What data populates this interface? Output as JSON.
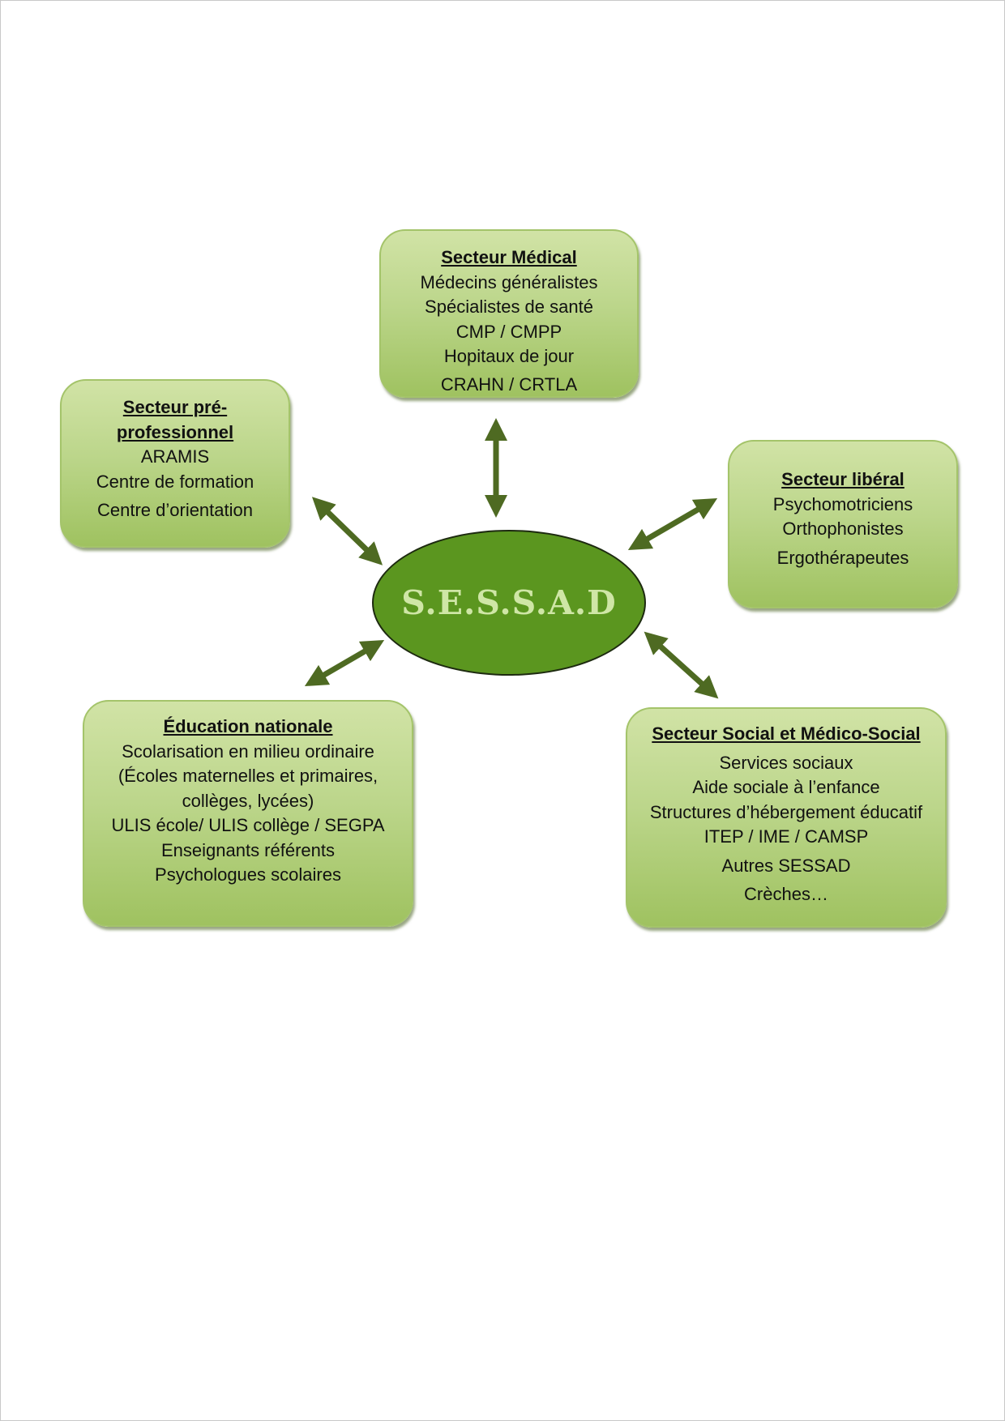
{
  "center": {
    "label": "S.E.S.S.A.D"
  },
  "colors": {
    "box_fill_top": "#d1e3a6",
    "box_fill_bottom": "#9fc260",
    "box_border": "#a4c46a",
    "center_fill": "#5b961f",
    "center_text": "#cfe6a6",
    "arrow": "#4e6a22"
  },
  "boxes": {
    "medical": {
      "title": "Secteur Médical",
      "items": [
        "Médecins généralistes",
        "Spécialistes de santé",
        "CMP / CMPP",
        "Hopitaux de jour",
        "CRAHN / CRTLA"
      ]
    },
    "pre_pro": {
      "title_line1": "Secteur pré-",
      "title_line2": "professionnel",
      "items": [
        "ARAMIS",
        "Centre de formation",
        "Centre d’orientation"
      ]
    },
    "liberal": {
      "title": "Secteur libéral",
      "items": [
        "Psychomotriciens",
        "Orthophonistes",
        "Ergothérapeutes"
      ]
    },
    "education": {
      "title": "Éducation nationale",
      "items": [
        "Scolarisation en milieu ordinaire",
        "(Écoles maternelles et primaires,",
        "collèges, lycées)",
        "ULIS école/ ULIS collège / SEGPA",
        "Enseignants référents",
        "Psychologues scolaires"
      ]
    },
    "social": {
      "title": "Secteur Social et Médico-Social",
      "items": [
        "Services sociaux",
        "Aide sociale à l’enfance",
        "Structures d’hébergement éducatif",
        "ITEP / IME / CAMSP",
        "Autres SESSAD",
        "Crèches…"
      ]
    }
  }
}
